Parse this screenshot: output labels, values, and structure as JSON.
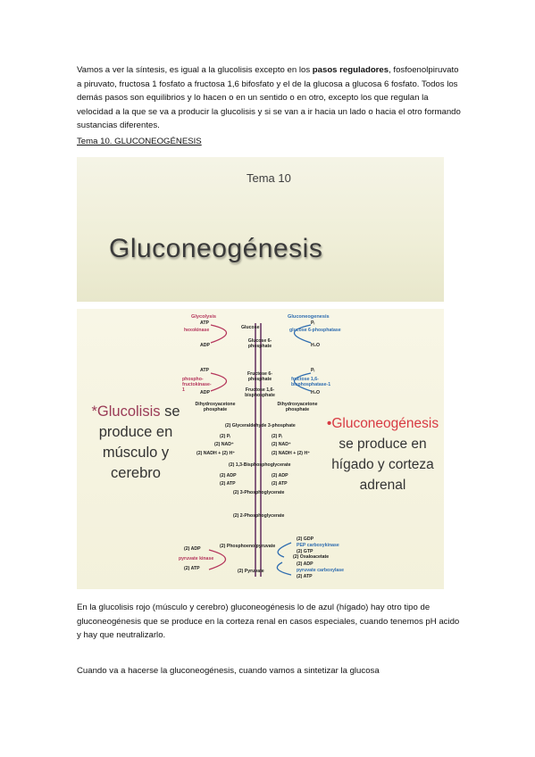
{
  "intro": {
    "text_before_bold": "Vamos a ver la síntesis, es igual a la glucolisis excepto en los ",
    "bold_text": "pasos reguladores",
    "text_after_bold": ", fosfoenolpiruvato a piruvato, fructosa 1 fosfato a fructosa 1,6 bifosfato y el de la glucosa a glucosa 6 fosfato. Todos los demás pasos son equilibrios y lo hacen o en un sentido o en otro, excepto los que regulan la velocidad a la que se va a producir la glucolisis y si se van a ir hacia un lado o hacia el otro formando sustancias diferentes."
  },
  "heading": "Tema 10. GLUCONEOGÉNESIS",
  "slide1": {
    "tema": "Tema 10",
    "title": "Gluconeogénesis"
  },
  "slide2": {
    "left_note": {
      "keyword": "*Glucolisis",
      "rest1": "se",
      "line2": "produce en",
      "line3": "músculo y",
      "line4": "cerebro"
    },
    "right_note": {
      "keyword": "•Gluconeogénesis",
      "line2": "se produce en",
      "line3": "hígado y corteza",
      "line4": "adrenal"
    },
    "pathway": {
      "glycolysis_label": "Glycolysis",
      "gluconeogenesis_label": "Gluconeogenesis",
      "molecules": [
        "Glucose",
        "Glucose 6-phosphate",
        "Fructose 6-phosphate",
        "Fructose 1,6-bisphosphate",
        "Dihydroxyacetone phosphate",
        "Dihydroxyacetone phosphate",
        "(2) Glyceraldehyde 3-phosphate",
        "(2) 1,3-Bisphosphoglycerate",
        "(2) 3-Phosphoglycerate",
        "(2) 2-Phosphoglycerate",
        "(2) Phosphoenolpyruvate",
        "(2) Oxaloacetate",
        "(2) Pyruvate"
      ],
      "enzymes_glycolysis": [
        "hexokinase",
        "phospho-fructokinase-1",
        "pyruvate kinase"
      ],
      "enzymes_gluconeogenesis": [
        "glucose 6-phosphatase",
        "fructose 1,6-bisphosphatase-1",
        "PEP carboxykinase",
        "pyruvate carboxylase"
      ],
      "cofactors": {
        "atp": "ATP",
        "adp": "ADP",
        "pi": "Pᵢ",
        "h2o": "H₂O",
        "two_pi": "(2) Pᵢ",
        "two_nad": "(2) NAD⁺",
        "two_nadh": "(2) NADH + (2) H⁺",
        "two_adp": "(2) ADP",
        "two_atp": "(2) ATP",
        "two_gdp": "(2) GDP",
        "two_gtp": "(2) GTP"
      }
    }
  },
  "para2": "En la glucolisis rojo (músculo y cerebro) gluconeogénesis lo de azul (hígado) hay otro tipo de gluconeogénesis que se produce en la corteza renal en casos especiales, cuando tenemos pH acido y hay que neutralizarlo.",
  "para3": "Cuando va a hacerse la gluconeogénesis, cuando vamos a sintetizar la glucosa",
  "colors": {
    "glycolysis": "#b5365c",
    "gluconeogenesis": "#2f6db0",
    "note_left": "#9a3b57",
    "note_right": "#d83a43"
  }
}
